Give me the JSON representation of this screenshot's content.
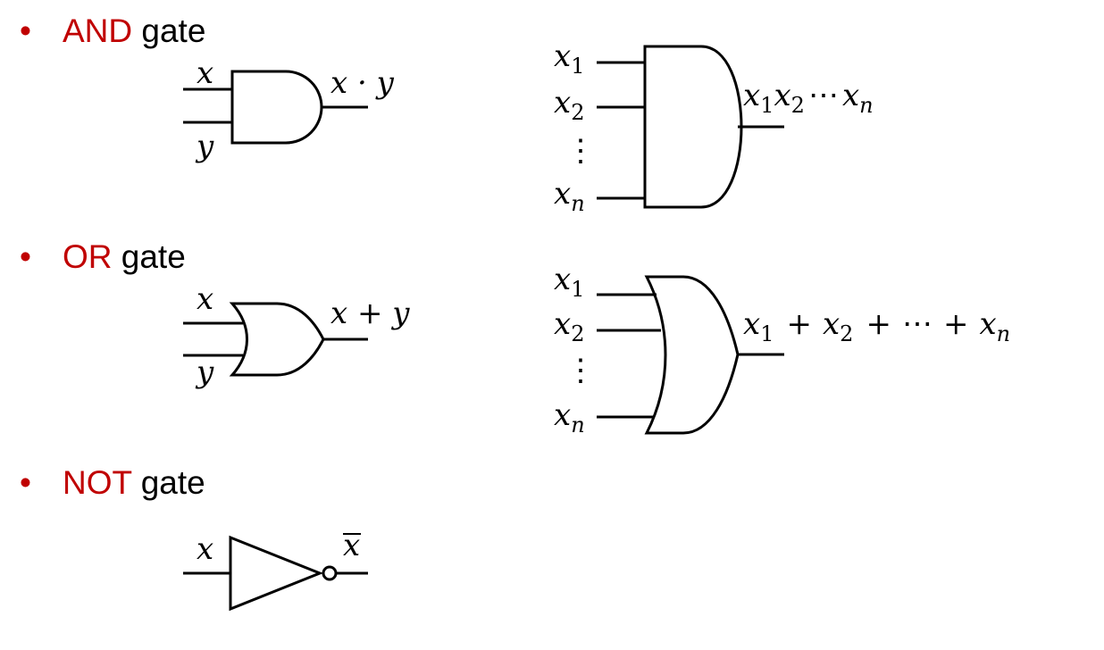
{
  "colors": {
    "accent": "#c00000",
    "text": "#000000",
    "background": "#ffffff"
  },
  "bullets": [
    {
      "marker": "•",
      "keyword": "AND",
      "rest": " gate"
    },
    {
      "marker": "•",
      "keyword": "OR",
      "rest": " gate"
    },
    {
      "marker": "•",
      "keyword": "NOT",
      "rest": " gate"
    }
  ],
  "and2": {
    "input_a": "x",
    "input_b": "y",
    "output": "x · y"
  },
  "andN": {
    "var": "x",
    "sub_1": "1",
    "sub_2": "2",
    "sub_n": "n",
    "vdots": "⋮",
    "ellipsis": "⋯"
  },
  "or2": {
    "input_a": "x",
    "input_b": "y",
    "output": "x + y"
  },
  "orN": {
    "var": "x",
    "sub_1": "1",
    "sub_2": "2",
    "sub_n": "n",
    "vdots": "⋮",
    "plus": "+",
    "ellipsis": "⋯"
  },
  "not": {
    "input": "x",
    "output": "x"
  }
}
